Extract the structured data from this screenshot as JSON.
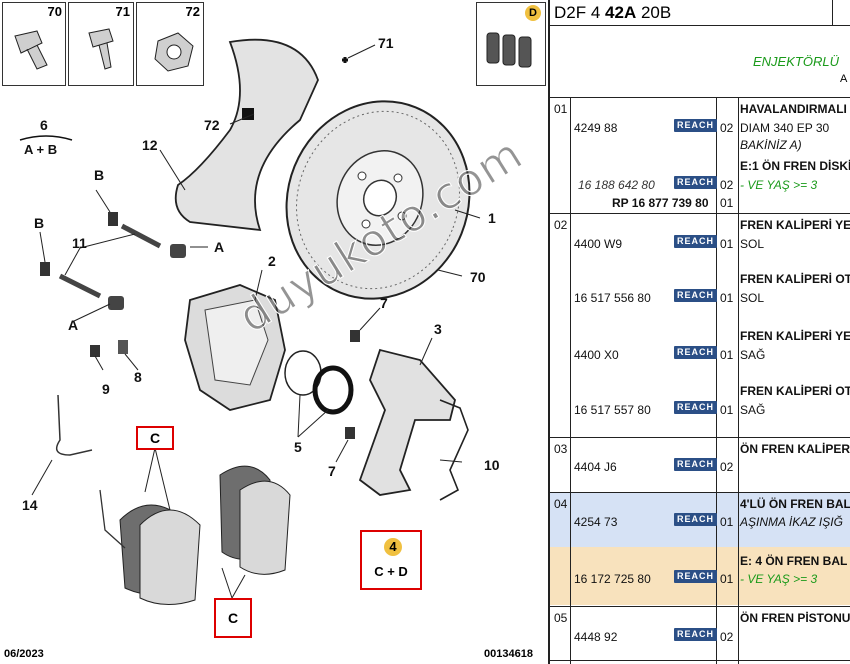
{
  "diagram": {
    "thumbs": [
      "70",
      "71",
      "72",
      "D"
    ],
    "callouts": {
      "c71": "71",
      "c72": "72",
      "c1": "1",
      "c70": "70",
      "c12": "12",
      "c2": "2",
      "c11": "11",
      "cB1": "B",
      "cB2": "B",
      "cA1": "A",
      "cA2": "A",
      "c7a": "7",
      "c7b": "7",
      "c3": "3",
      "c9": "9",
      "c8": "8",
      "c5": "5",
      "c10": "10",
      "c14": "14"
    },
    "group_labels": {
      "g6_num": "6",
      "g6_text": "A + B",
      "g4_num": "4",
      "g4_text": "C + D"
    },
    "box_c1": "C",
    "box_c2": "C",
    "footer_date": "06/2023",
    "footer_code": "00134618",
    "watermark": "duyukoto.com"
  },
  "header": {
    "model_prefix": "D2F 4 ",
    "model_bold": "42A",
    "model_suffix": " 20B"
  },
  "section": {
    "title": "ENJEKTÖRLÜ",
    "subtitle": "A"
  },
  "rows": [
    {
      "idx": "01",
      "code": "4249 88",
      "qty": "02",
      "desc1": "HAVALANDIRMALI",
      "desc2": "DIAM 340 EP 30",
      "desc3": "BAKİNİZ A)"
    },
    {
      "code": "E:1 ÖN FREN DİSKİ"
    },
    {
      "code": "16 188 642 80",
      "qty": "02",
      "desc": "- VE YAŞ >= 3"
    },
    {
      "code": "RP 16 877 739 80",
      "qty": "01"
    },
    {
      "idx": "02",
      "code": "4400 W9",
      "qty": "01",
      "desc1": "FREN KALİPERİ YE",
      "desc2": "SOL"
    },
    {
      "code": "16 517 556 80",
      "qty": "01",
      "desc1": "FREN KALİPERİ OT",
      "desc2": "SOL"
    },
    {
      "code": "4400 X0",
      "qty": "01",
      "desc1": "FREN KALİPERİ YE",
      "desc2": "SAĞ"
    },
    {
      "code": "16 517 557 80",
      "qty": "01",
      "desc1": "FREN KALİPERİ OT",
      "desc2": "SAĞ"
    },
    {
      "idx": "03",
      "code": "4404 J6",
      "qty": "02",
      "desc1": "ÖN FREN KALİPER"
    },
    {
      "idx": "04",
      "code": "4254 73",
      "qty": "01",
      "desc1": "4'LÜ ÖN FREN BAL",
      "desc2": "AŞINMA İKAZ IŞIĞ"
    },
    {
      "code": "16 172 725 80",
      "qty": "01",
      "desc1": "E: 4 ÖN FREN BAL",
      "desc2": "- VE YAŞ >= 3"
    },
    {
      "idx": "05",
      "code": "4448 92",
      "qty": "02",
      "desc1": "ÖN FREN PİSTONU"
    }
  ],
  "reach_label": "REACH",
  "colors": {
    "reach_bg": "#2b4f86",
    "highlight_blue": "#d6e2f5",
    "highlight_tan": "#f8e2bd",
    "box_red": "#dd0000",
    "green": "#1a9a1a"
  }
}
